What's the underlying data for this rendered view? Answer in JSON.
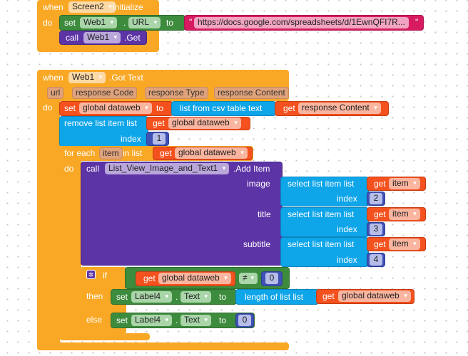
{
  "init_block": {
    "when": "when",
    "component": "Screen2",
    "event": ".Initialize",
    "do": "do",
    "set": "set",
    "set_component": "Web1",
    "dot": ".",
    "property": "URL",
    "to": "to",
    "text_value": "https://docs.google.com/spreadsheets/d/1EwnQFI7R...",
    "quote": "\"",
    "call": "call",
    "call_component": "Web1",
    "method": ".Get"
  },
  "gottext_block": {
    "when": "when",
    "component": "Web1",
    "event": ".Got Text",
    "params": [
      "url",
      "response Code",
      "response Type",
      "response Content"
    ],
    "do": "do",
    "set": "set",
    "variable": "global dataweb",
    "to": "to",
    "csv": "list from csv table  text",
    "get": "get",
    "get_param": "response Content",
    "remove": "remove list item  list",
    "remove_var": "global dataweb",
    "index": "index",
    "remove_index": "1",
    "foreach": "for each",
    "item": "item",
    "inlist": "in list",
    "foreach_var": "global dataweb",
    "foreach_do": "do",
    "call": "call",
    "list_component": "List_View_Image_and_Text1",
    "add_item": ".Add Item",
    "args": [
      {
        "name": "image",
        "index": "2"
      },
      {
        "name": "title",
        "index": "3"
      },
      {
        "name": "subtitle",
        "index": "4"
      }
    ],
    "select": "select list item  list",
    "select_var": "item",
    "if": "if",
    "cond_var": "global dataweb",
    "op": "≠",
    "cond_num": "0",
    "then": "then",
    "label": "Label4",
    "label_prop": "Text",
    "length": "length of list  list",
    "length_var": "global dataweb",
    "else": "else",
    "else_num": "0"
  },
  "colors": {
    "control": "#f9a825",
    "component_set": "#3d8b3d",
    "component_call": "#5d34a5",
    "list": "#0ea5e9",
    "variable": "#f4511e",
    "text": "#d81b60",
    "math": "#3f51b5"
  }
}
